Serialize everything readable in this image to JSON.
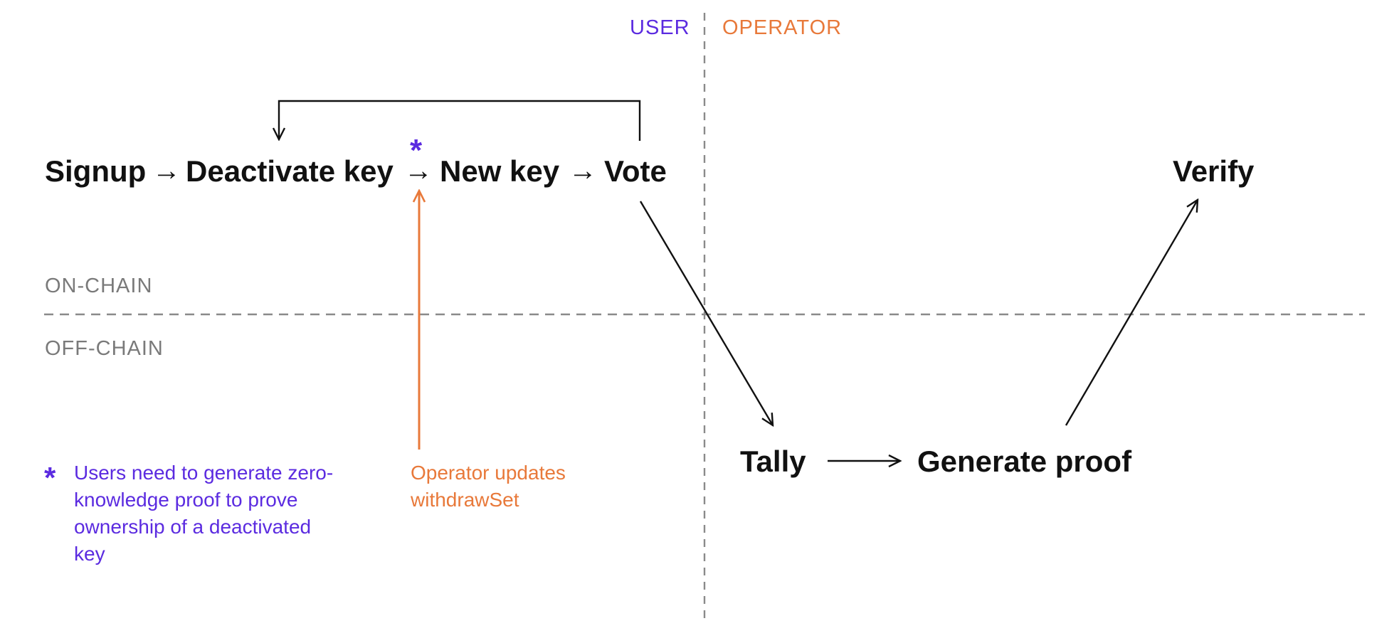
{
  "colors": {
    "user": "#5b2be0",
    "operator": "#e8793a",
    "ink": "#111111",
    "layer_text": "#7a7a7a",
    "divider": "#8a8a8a"
  },
  "lanes": {
    "user": "USER",
    "operator": "OPERATOR"
  },
  "layers": {
    "on_chain": "ON-CHAIN",
    "off_chain": "OFF-CHAIN"
  },
  "steps": {
    "signup": "Signup",
    "deactivate_key": "Deactivate key",
    "new_key": "New key",
    "vote": "Vote",
    "verify": "Verify",
    "tally": "Tally",
    "generate_proof": "Generate proof"
  },
  "glyphs": {
    "right_arrow": "→",
    "asterisk": "*"
  },
  "notes": {
    "user_note": "Users need to generate zero-knowledge proof to prove ownership of a deactivated key",
    "operator_note_line1": "Operator updates",
    "operator_note_line2": "withdrawSet"
  }
}
